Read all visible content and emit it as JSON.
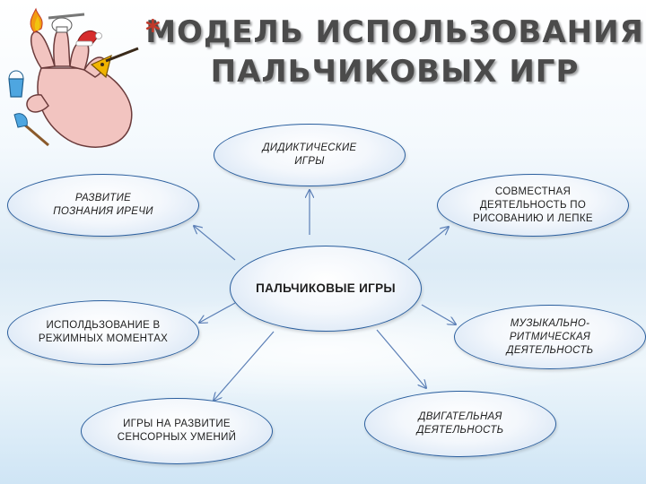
{
  "title": {
    "bullet": "*",
    "line1": "МОДЕЛЬ ИСПОЛЬЗОВАНИЯ",
    "line2": "ПАЛЬЧИКОВЫХ ИГР"
  },
  "center": {
    "label": "ПАЛЬЧИКОВЫЕ ИГРЫ"
  },
  "nodes": {
    "didactic": "ДИДИКТИЧЕСКИЕ ИГРЫ",
    "cognition": "РАЗВИТИЕ ПОЗНАНИЯ ИРЕЧИ",
    "drawing": "СОВМЕСТНАЯ ДЕЯТЕЛЬНОСТЬ ПО РИСОВАНИЮ И ЛЕПКЕ",
    "regime": "ИСПОЛДЬЗОВАНИЕ В РЕЖИМНЫХ МОМЕНТАХ",
    "music": "МУЗЫКАЛЬНО-РИТМИЧЕСКАЯ ДЕЯТЕЛЬНОСТЬ",
    "sensory": "ИГРЫ НА РАЗВИТИЕ СЕНСОРНЫХ УМЕНИЙ",
    "motor": "ДВИГАТЕЛЬНАЯ ДЕЯТЕЛЬНОСТЬ"
  },
  "colors": {
    "ellipse_border": "#2b5f9e",
    "arrow": "#5b7fb6",
    "title": "#4b4b4b",
    "bullet": "#c0392b"
  },
  "illustration": {
    "icon": "hand-with-finger-objects-icon"
  }
}
